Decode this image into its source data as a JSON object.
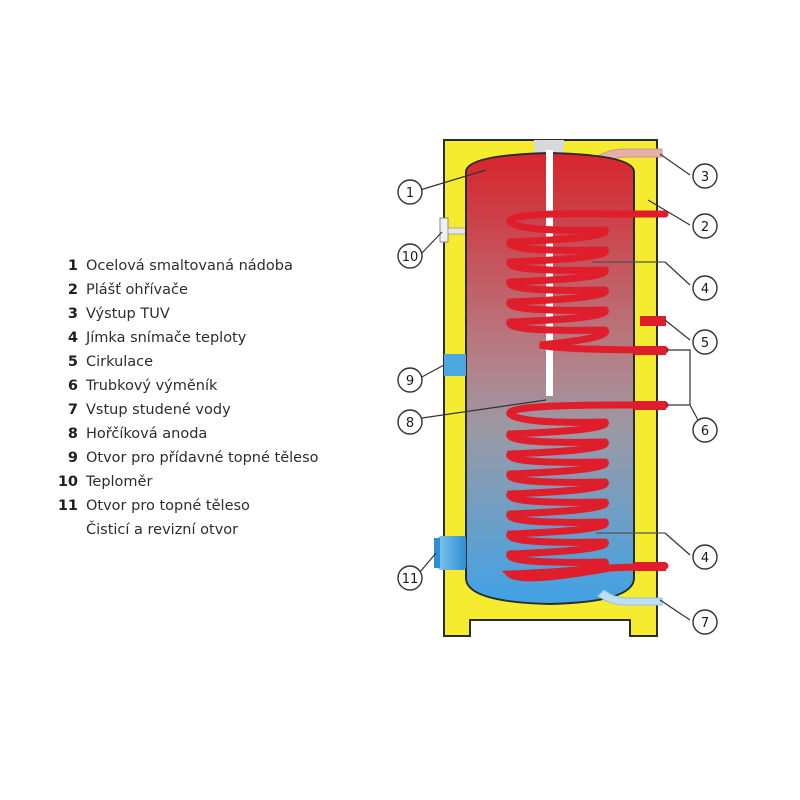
{
  "legend": [
    {
      "num": "1",
      "text": "Ocelová smaltovaná nádoba"
    },
    {
      "num": "2",
      "text": "Plášť ohřívače"
    },
    {
      "num": "3",
      "text": "Výstup TUV"
    },
    {
      "num": "4",
      "text": "Jímka snímače teploty"
    },
    {
      "num": "5",
      "text": "Cirkulace"
    },
    {
      "num": "6",
      "text": "Trubkový výměník"
    },
    {
      "num": "7",
      "text": "Vstup studené vody"
    },
    {
      "num": "8",
      "text": "Hořčíková anoda"
    },
    {
      "num": "9",
      "text": "Otvor pro přídavné topné těleso"
    },
    {
      "num": "10",
      "text": "Teploměr"
    },
    {
      "num": "11",
      "text": "Otvor pro topné těleso"
    },
    {
      "num": "",
      "text": "Čisticí a revizní otvor"
    }
  ],
  "callouts": {
    "c1": "1",
    "c2": "2",
    "c3": "3",
    "c4a": "4",
    "c4b": "4",
    "c5": "5",
    "c6": "6",
    "c7": "7",
    "c8": "8",
    "c9": "9",
    "c10": "10",
    "c11": "11"
  },
  "colors": {
    "jacket": "#f6ec2f",
    "jacket_outline": "#2b2b2b",
    "tank_top": "#d8242c",
    "tank_bottom": "#3fa3e6",
    "coil": "#e01d2b",
    "anode": "#ffffff",
    "port_blue": "#4aa7e0"
  }
}
